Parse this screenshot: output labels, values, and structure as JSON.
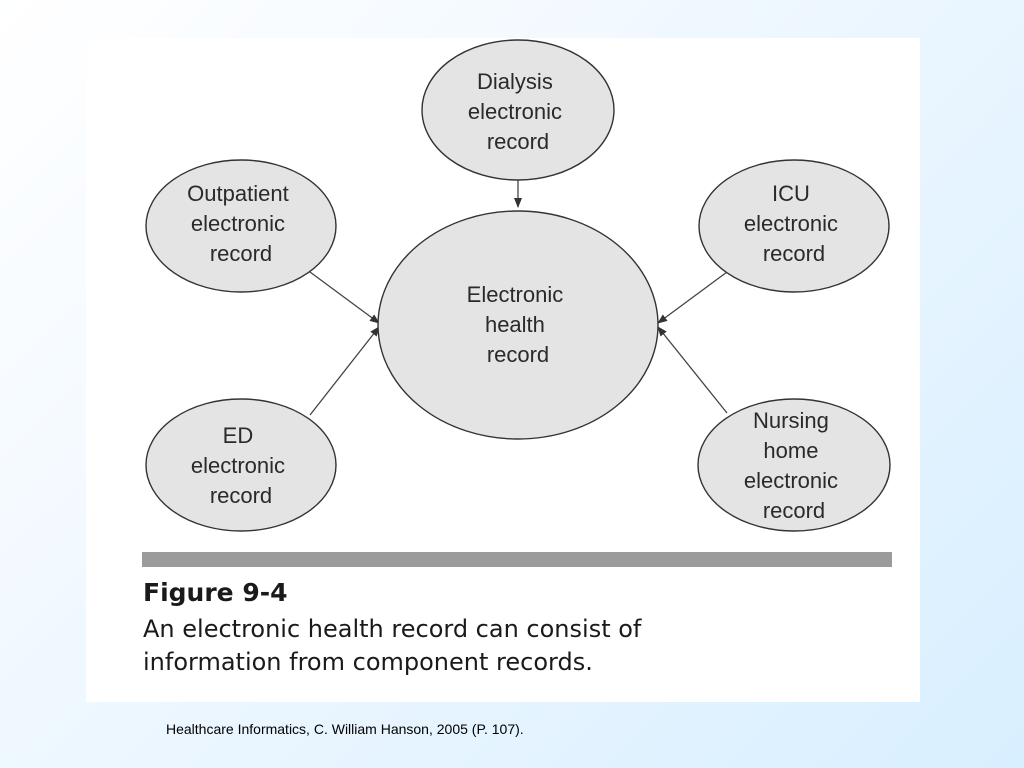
{
  "diagram": {
    "center": {
      "lines": [
        "Electronic",
        "health",
        "record"
      ]
    },
    "nodes": {
      "dialysis": {
        "lines": [
          "Dialysis",
          "electronic",
          "record"
        ]
      },
      "outpatient": {
        "lines": [
          "Outpatient",
          "electronic",
          "record"
        ]
      },
      "icu": {
        "lines": [
          "ICU",
          "electronic",
          "record"
        ]
      },
      "ed": {
        "lines": [
          "ED",
          "electronic",
          "record"
        ]
      },
      "nursing": {
        "lines": [
          "Nursing",
          "home",
          "electronic",
          "record"
        ]
      }
    }
  },
  "figure": {
    "number": "Figure 9-4",
    "caption_line1": "An electronic health record can consist of",
    "caption_line2": "information from component records."
  },
  "citation": "Healthcare Informatics, C. William Hanson, 2005 (P. 107)."
}
